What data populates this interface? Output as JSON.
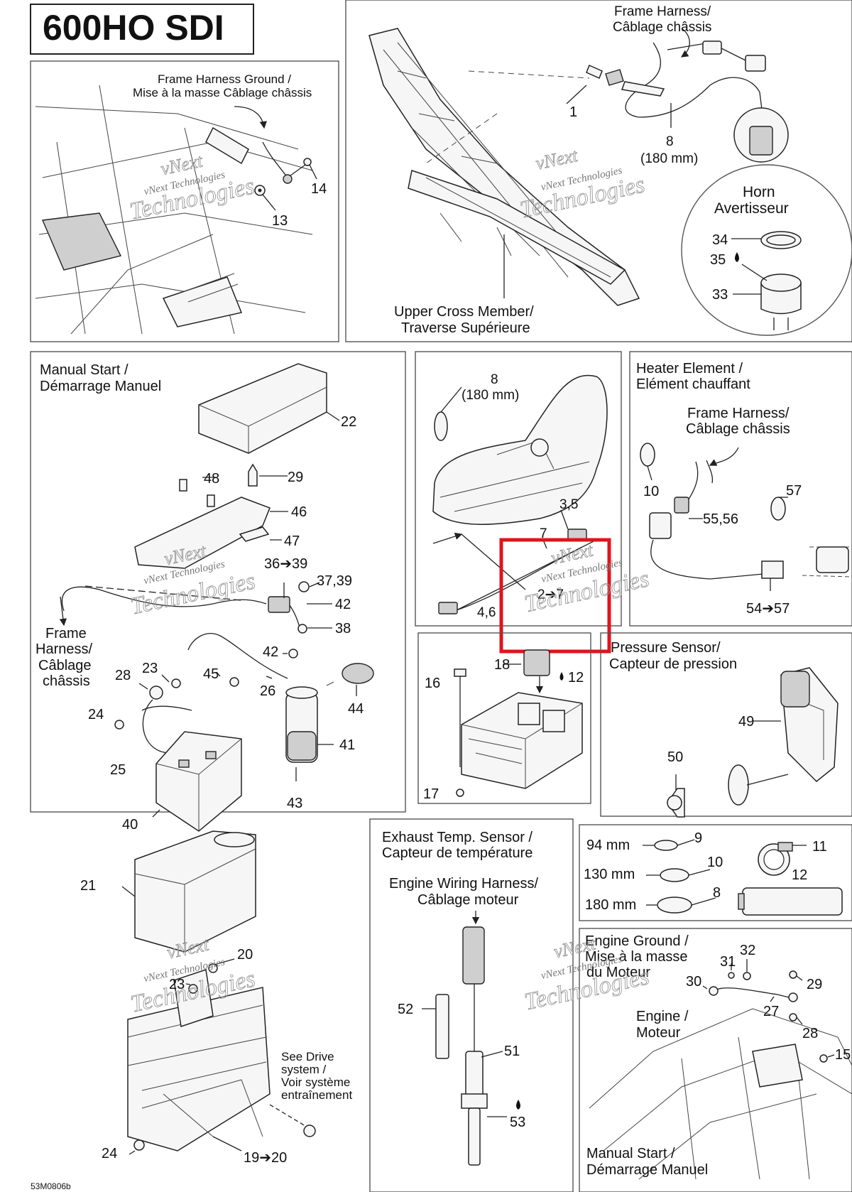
{
  "title": "600HO SDI",
  "drawing_code": "53M0806b",
  "highlight_color": "#e0141c",
  "watermark": {
    "line1": "vNext",
    "line2": "Technologies",
    "line3": "vNext Technologies"
  },
  "panels": {
    "frame_ground": {
      "label_en": "Frame Harness Ground /",
      "label_fr": "Mise à la masse Câblage châssis"
    },
    "frame_harness_top": {
      "label_en": "Frame Harness/",
      "label_fr": "Câblage châssis"
    },
    "horn": {
      "label_en": "Horn",
      "label_fr": "Avertisseur"
    },
    "upper_cross": {
      "label_en": "Upper Cross Member/",
      "label_fr": "Traverse Supérieure"
    },
    "manual_start": {
      "label_en": "Manual Start /",
      "label_fr": "Démarrage Manuel"
    },
    "frame_harness_left": {
      "l1": "Frame",
      "l2": "Harness/",
      "l3": "Câblage",
      "l4": "châssis"
    },
    "heater": {
      "label_en": "Heater Element /",
      "label_fr": "Elément chauffant"
    },
    "heater_harness": {
      "label_en": "Frame Harness/",
      "label_fr": "Câblage châssis"
    },
    "pressure": {
      "label_en": "Pressure Sensor/",
      "label_fr": "Capteur de pression"
    },
    "exhaust": {
      "label_en": "Exhaust Temp. Sensor /",
      "label_fr": "Capteur de température"
    },
    "engine_wiring": {
      "label_en": "Engine Wiring Harness/",
      "label_fr": "Câblage moteur"
    },
    "engine_ground": {
      "label_en": "Engine Ground /",
      "label_fr": "Mise à la masse",
      "label_fr2": "du Moteur"
    },
    "engine": {
      "label_en": "Engine /",
      "label_fr": "Moteur"
    },
    "manual_start_bottom": {
      "label_en": "Manual Start /",
      "label_fr": "Démarrage Manuel"
    },
    "see_drive": {
      "l1": "See Drive",
      "l2": "system /",
      "l3": "Voir système",
      "l4": "entraînement"
    }
  },
  "callouts": {
    "c1": "1",
    "c8_top": "8",
    "c8_top_size": "(180 mm)",
    "c14": "14",
    "c13": "13",
    "c34": "34",
    "c35": "35",
    "c33": "33",
    "c22": "22",
    "c48": "48",
    "c29": "29",
    "c46": "46",
    "c47": "47",
    "c36": "36➔39",
    "c37": "37,39",
    "c42a": "42",
    "c38": "38",
    "c42b": "42",
    "c23": "23",
    "c28": "28",
    "c45": "45",
    "c26": "26",
    "c44": "44",
    "c24a": "24",
    "c41": "41",
    "c25": "25",
    "c40": "40",
    "c43": "43",
    "c8_mid": "8",
    "c8_mid_size": "(180 mm)",
    "c35_mid": "3,5",
    "c7": "7",
    "c27": "2➔7",
    "c46_mid": "4,6",
    "c10": "10",
    "c57": "57",
    "c5556": "55,56",
    "c5457": "54➔57",
    "c18": "18",
    "c12": "12",
    "c16": "16",
    "c17": "17",
    "c49": "49",
    "c50": "50",
    "c21": "21",
    "c20": "20",
    "c23b": "23",
    "c24b": "24",
    "c1920": "19➔20",
    "c52": "52",
    "c51": "51",
    "c53": "53",
    "t94": "94 mm",
    "c9": "9",
    "t130": "130 mm",
    "c10b": "10",
    "t180": "180 mm",
    "c8b": "8",
    "c11": "11",
    "c12b": "12",
    "c32": "32",
    "c31": "31",
    "c30": "30",
    "c29b": "29",
    "c27b": "27",
    "c28b": "28",
    "c15": "15"
  }
}
